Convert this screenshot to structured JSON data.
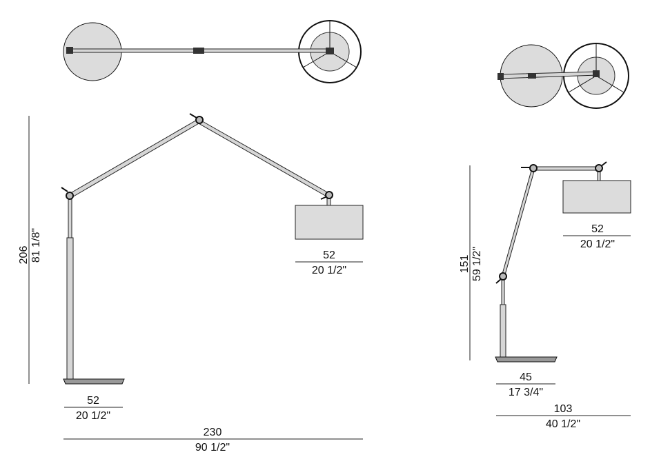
{
  "drawing": {
    "left_lamp": {
      "height_cm": "206",
      "height_in": "81 1/8\"",
      "shade_width_cm": "52",
      "shade_width_in": "20 1/2\"",
      "base_width_cm": "52",
      "base_width_in": "20 1/2\"",
      "total_width_cm": "230",
      "total_width_in": "90 1/2\""
    },
    "right_lamp": {
      "height_cm": "151",
      "height_in": "59 1/2\"",
      "shade_width_cm": "52",
      "shade_width_in": "20 1/2\"",
      "base_width_cm": "45",
      "base_width_in": "17 3/4\"",
      "total_width_cm": "103",
      "total_width_in": "40 1/2\""
    },
    "colors": {
      "shade": "#dcdcdc",
      "line": "#222222"
    }
  }
}
